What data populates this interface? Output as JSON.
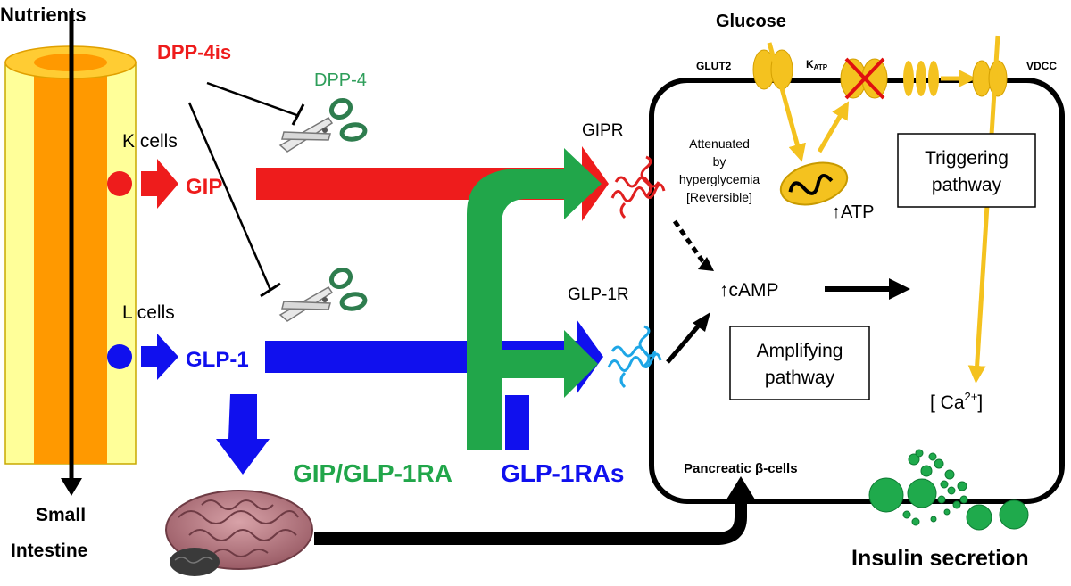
{
  "labels": {
    "nutrients": "Nutrients",
    "small": "Small",
    "intestine": "Intestine",
    "dpp4is": "DPP-4is",
    "dpp4": "DPP-4",
    "k_cells": "K cells",
    "l_cells": "L cells",
    "gip": "GIP",
    "glp1": "GLP-1",
    "gipr": "GIPR",
    "glp1r": "GLP-1R",
    "gip_glp1ra": "GIP/GLP-1RA",
    "glp1ras": "GLP-1RAs",
    "glucose": "Glucose",
    "glut2": "GLUT2",
    "katp_main": "K",
    "katp_sub": "ATP",
    "vdcc": "VDCC",
    "attenuated_1": "Attenuated",
    "attenuated_2": "by",
    "attenuated_3": "hyperglycemia",
    "attenuated_4": "[Reversible]",
    "atp": "↑ATP",
    "camp": "↑cAMP",
    "triggering_1": "Triggering",
    "triggering_2": "pathway",
    "amplifying_1": "Amplifying",
    "amplifying_2": "pathway",
    "ca_open": "[ Ca",
    "ca_sup": "2+",
    "ca_close": "]",
    "pancreatic": "Pancreatic β-cells",
    "insulin": "Insulin secretion"
  },
  "colors": {
    "gip_red": "#ee1c1c",
    "glp1_blue": "#1010ee",
    "dual_green": "#21a64a",
    "dpp4_green": "#2e9e5a",
    "glucose_yellow": "#f4c21f",
    "intestine_orange": "#ff9900",
    "intestine_light": "#ffff99",
    "receptor_red": "#e02020",
    "receptor_blue": "#1ea6e6",
    "insulin_green": "#1faa4c"
  }
}
